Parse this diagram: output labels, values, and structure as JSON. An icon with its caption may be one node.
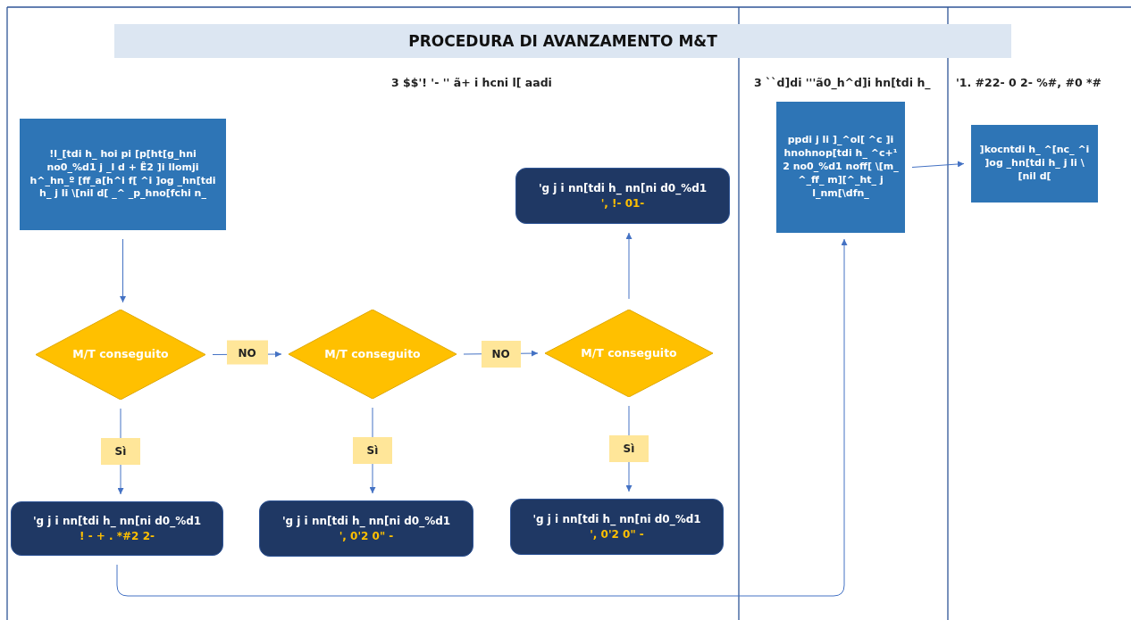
{
  "diagram": {
    "title": "PROCEDURA DI AVANZAMENTO M&T",
    "nodes": [
      {
        "text": [
          "!l_[tdi h_ hoi pi [p[ht[g_hni no0_%d1 j _l d + Ê2 ]i llomji h^_hn_º [ff_a[h^i f[ ^i ]og _hn[tdi h_ j li \\[nil d[ _^ _p_hno[fchi n_"
        ]
      },
      {
        "text": [
          "'g j i nn[tdi h_ nn[ni d0_%d1",
          "', !- 01-"
        ]
      },
      {
        "text": [
          "ppdi j li ]_^ol[ ^c ]i hnohnop[tdi h_ ^c+¹ 2 no0_%d1 noff[ \\[m_ ^_ff_ m][^_ht_ j l_nm[\\dfn_"
        ]
      },
      {
        "text": [
          "]kocntdi h_ ^[nc_ ^i ]og _hn[tdi h_ j li \\[nil d["
        ]
      },
      {
        "text": [
          "M/T conseguito"
        ]
      },
      {
        "text": [
          "M/T conseguito"
        ]
      },
      {
        "text": [
          "M/T conseguito"
        ]
      },
      {
        "text": [
          "'g j i nn[tdi h_ nn[ni d0_%d1",
          "! - + . *#2 2-"
        ]
      },
      {
        "text": [
          "'g j i nn[tdi h_ nn[ni d0_%d1",
          "', 0'2 0\" -"
        ]
      },
      {
        "text": [
          "'g j i nn[tdi h_ nn[ni d0_%d1",
          "', 0'2 0\" -"
        ]
      }
    ],
    "edges": [
      {
        "from": 0,
        "to": 4,
        "arrow": "to"
      },
      {
        "from": 4,
        "to": 5,
        "arrow": "to",
        "label": "NO"
      },
      {
        "from": 5,
        "to": 6,
        "arrow": "to",
        "label": "NO"
      },
      {
        "from": 4,
        "to": 7,
        "arrow": "to",
        "label": "Sì"
      },
      {
        "from": 5,
        "to": 8,
        "arrow": "to",
        "label": "Sì"
      },
      {
        "from": 6,
        "to": 9,
        "arrow": "to",
        "label": "Sì"
      },
      {
        "from": 6,
        "to": 1,
        "arrow": "to"
      },
      {
        "from": 7,
        "to": 2,
        "arrow": "to"
      },
      {
        "from": 2,
        "to": 3,
        "arrow": "to"
      }
    ],
    "labels": [
      "3 $$'! '-  '' ã+ i hcni l[ aadi",
      "3 ``d]di '''ã0_h^d]i hn[tdi h_",
      "'1. #22- 0 2- %#, #0 *#"
    ]
  }
}
